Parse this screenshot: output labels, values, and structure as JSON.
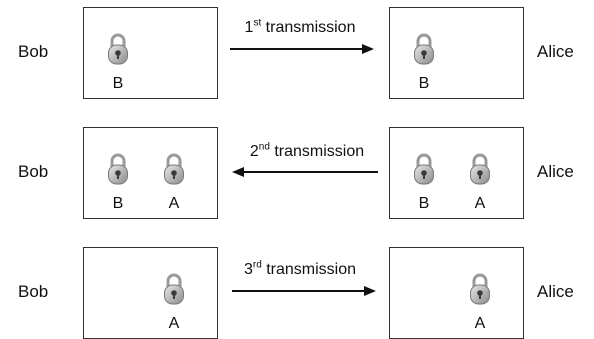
{
  "rows": [
    {
      "left_name": "Bob",
      "right_name": "Alice",
      "transmission": {
        "ordinal": "1",
        "suffix": "st",
        "rest": " transmission",
        "direction": "right"
      },
      "left_box_labels": [
        "B"
      ],
      "right_box_labels": [
        "B"
      ]
    },
    {
      "left_name": "Bob",
      "right_name": "Alice",
      "transmission": {
        "ordinal": "2",
        "suffix": "nd",
        "rest": " transmission",
        "direction": "left"
      },
      "left_box_labels": [
        "B",
        "A"
      ],
      "right_box_labels": [
        "B",
        "A"
      ]
    },
    {
      "left_name": "Bob",
      "right_name": "Alice",
      "transmission": {
        "ordinal": "3",
        "suffix": "rd",
        "rest": " transmission",
        "direction": "right"
      },
      "left_box_labels": [
        "A"
      ],
      "right_box_labels": [
        "A"
      ]
    }
  ],
  "icons": {
    "lock": "padlock-icon"
  }
}
